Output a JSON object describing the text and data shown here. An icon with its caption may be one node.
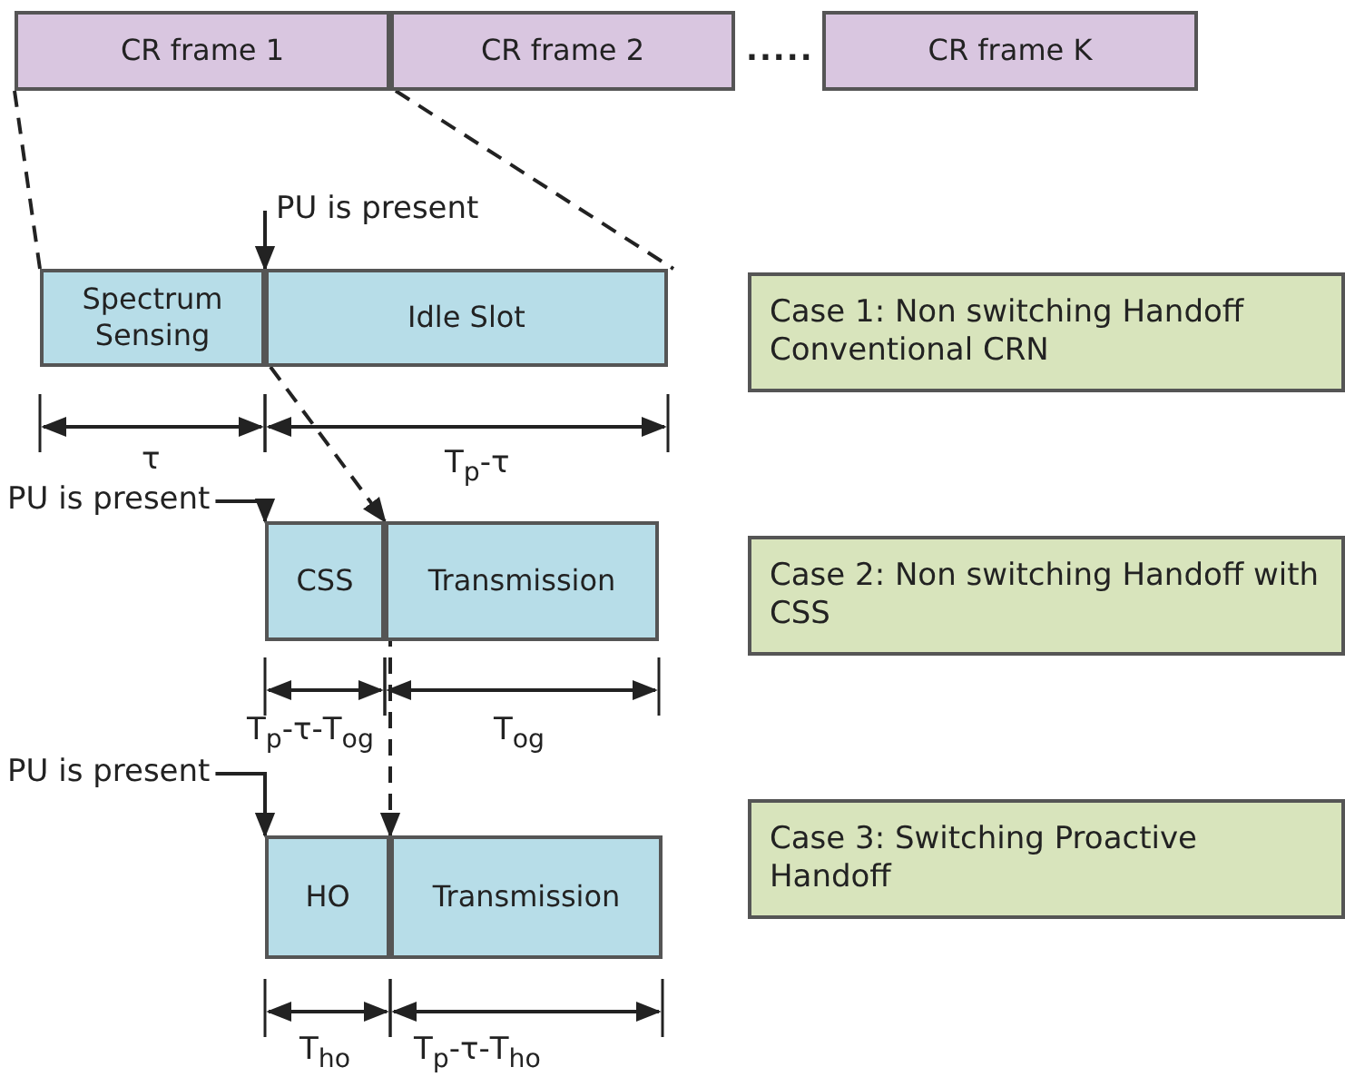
{
  "diagram": {
    "nodes": [
      {
        "text": [
          "CR frame 1"
        ]
      },
      {
        "text": [
          "CR frame 2"
        ]
      },
      {
        "text": [
          "CR frame K"
        ]
      },
      {
        "text": [
          "PU is present"
        ]
      },
      {
        "text": [
          "Spectrum Sensing"
        ]
      },
      {
        "text": [
          "Idle Slot"
        ]
      },
      {
        "text": [
          "Case 1: Non switching Handoff Conventional CRN"
        ]
      },
      {
        "text": [
          "PU is present"
        ]
      },
      {
        "text": [
          "CSS"
        ]
      },
      {
        "text": [
          "Transmission"
        ]
      },
      {
        "text": [
          "Case 2: Non switching Handoff with CSS"
        ]
      },
      {
        "text": [
          "PU is present"
        ]
      },
      {
        "text": [
          "HO"
        ]
      },
      {
        "text": [
          "Transmission"
        ]
      },
      {
        "text": [
          "Case 3: Switching Proactive Handoff"
        ]
      }
    ],
    "edges": [
      {
        "from": 0,
        "to": 4,
        "arrow": "none",
        "style": "dashed"
      },
      {
        "from": 0,
        "to": 5,
        "arrow": "none",
        "style": "dashed"
      },
      {
        "from": 3,
        "to": 5,
        "arrow": "to"
      },
      {
        "from": 4,
        "to": 9,
        "arrow": "to",
        "style": "dashed"
      },
      {
        "from": 7,
        "to": 8,
        "arrow": "to"
      },
      {
        "from": 8,
        "to": 13,
        "arrow": "to",
        "style": "dashed"
      },
      {
        "from": 11,
        "to": 12,
        "arrow": "to"
      }
    ],
    "labels": [
      ".....",
      "τ",
      "T$_{p}$-τ",
      "T$_{p}$-τ-T$_{og}$",
      "T$_{og}$",
      "T$_{ho}$",
      "T$_{p}$-τ-T$_{ho}$"
    ]
  }
}
